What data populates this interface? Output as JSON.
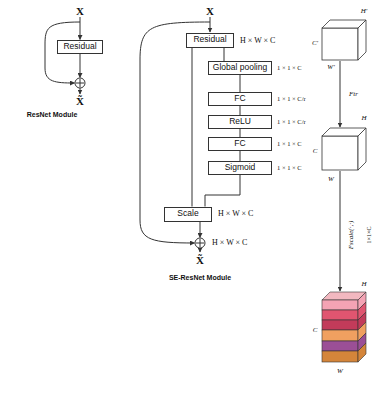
{
  "diagram": {
    "nodes": [
      {
        "text": [
          "Residual"
        ]
      },
      {
        "text": [
          "Residual"
        ]
      },
      {
        "text": [
          "Global pooling"
        ]
      },
      {
        "text": [
          "FC"
        ]
      },
      {
        "text": [
          "ReLU"
        ]
      },
      {
        "text": [
          "FC"
        ]
      },
      {
        "text": [
          "Sigmoid"
        ]
      },
      {
        "text": [
          "Scale"
        ]
      }
    ],
    "edges": [
      {
        "from": 1,
        "to": 2,
        "arrow": "none"
      },
      {
        "from": 2,
        "to": 3,
        "arrow": "none"
      },
      {
        "from": 3,
        "to": 4,
        "arrow": "none"
      },
      {
        "from": 4,
        "to": 5,
        "arrow": "none"
      },
      {
        "from": 5,
        "to": 6,
        "arrow": "none"
      },
      {
        "from": 6,
        "to": 7,
        "arrow": "none"
      },
      {
        "from": 1,
        "to": 7,
        "arrow": "none"
      }
    ],
    "labels": [
      "X",
      "X̃",
      "ResNet Module",
      "X",
      "H × W × C",
      "1 × 1 × C",
      "1 × 1 × C/r",
      "1 × 1 × C/r",
      "1 × 1 × C",
      "1 × 1 × C",
      "H × W × C",
      "H × W × C",
      "X̃",
      "SE-ResNet Module",
      "C′",
      "H′",
      "W′",
      "Ftr",
      "C",
      "H",
      "W",
      "Fscale(·,·)",
      "1×1×C",
      "C",
      "H",
      "W"
    ]
  }
}
